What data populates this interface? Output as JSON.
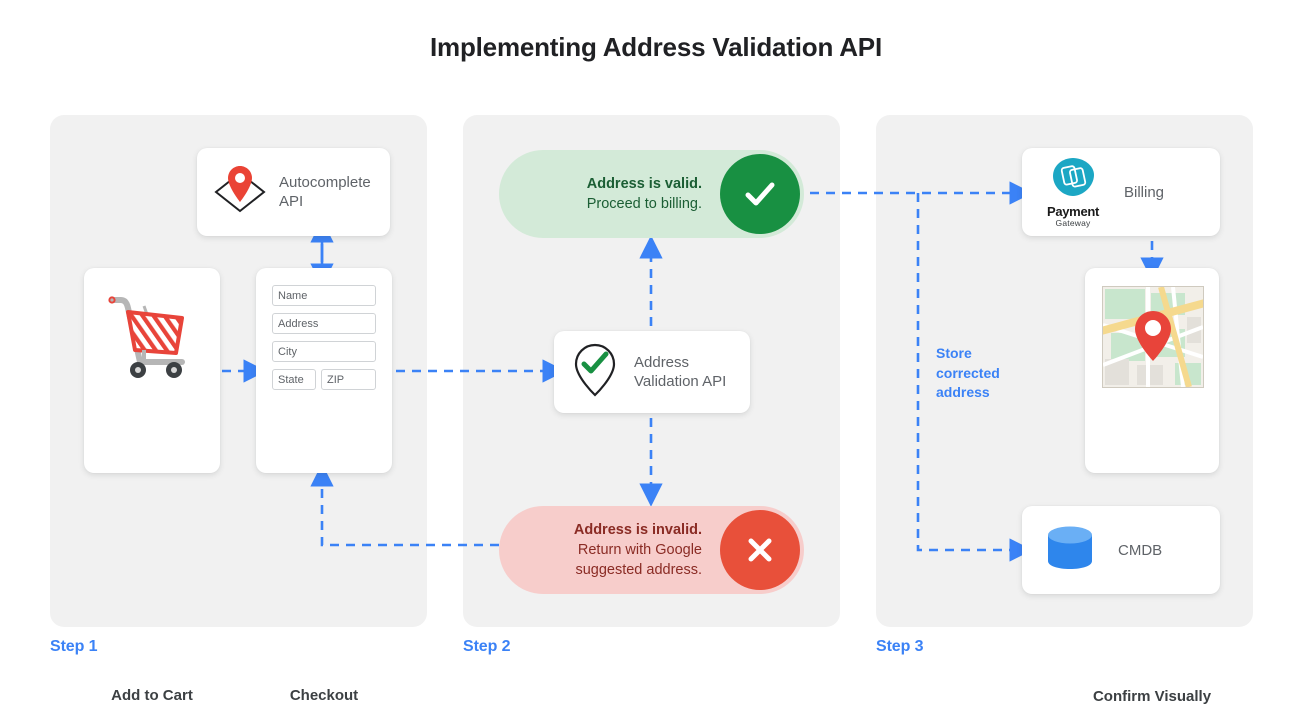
{
  "title": "Implementing Address Validation API",
  "accent_blue": "#3b82f6",
  "panel_bg": "#f1f1f1",
  "steps": [
    {
      "label": "Step 1"
    },
    {
      "label": "Step 2"
    },
    {
      "label": "Step 3"
    }
  ],
  "step1": {
    "autocomplete": {
      "label": "Autocomplete API",
      "icon": "map-pin-diamond-icon"
    },
    "add_to_cart": {
      "caption": "Add to Cart",
      "icon": "shopping-cart-icon"
    },
    "checkout": {
      "caption": "Checkout",
      "fields": [
        {
          "name": "name-field",
          "placeholder": "Name"
        },
        {
          "name": "address-field",
          "placeholder": "Address"
        },
        {
          "name": "city-field",
          "placeholder": "City"
        },
        {
          "name": "state-field",
          "placeholder": "State"
        },
        {
          "name": "zip-field",
          "placeholder": "ZIP"
        }
      ]
    }
  },
  "step2": {
    "valid_pill": {
      "headline": "Address is valid.",
      "detail": "Proceed to billing.",
      "badge_icon": "check-icon",
      "bg": "#d3ead8",
      "badge_color": "#189042"
    },
    "invalid_pill": {
      "headline": "Address is invalid.",
      "detail_line1": "Return with Google",
      "detail_line2": "suggested address.",
      "badge_icon": "close-icon",
      "bg": "#f7cdcb",
      "badge_color": "#e8503a"
    },
    "validation_api": {
      "label": "Address Validation API",
      "icon": "pin-check-icon"
    }
  },
  "step3": {
    "billing": {
      "label": "Billing",
      "logo_name": "Payment",
      "logo_sub": "Gateway",
      "icon": "payment-gateway-icon"
    },
    "confirm": {
      "caption": "Confirm Visually",
      "icon": "map-thumbnail-icon"
    },
    "cmdb": {
      "label": "CMDB",
      "icon": "database-icon"
    },
    "note": "Store corrected address"
  }
}
